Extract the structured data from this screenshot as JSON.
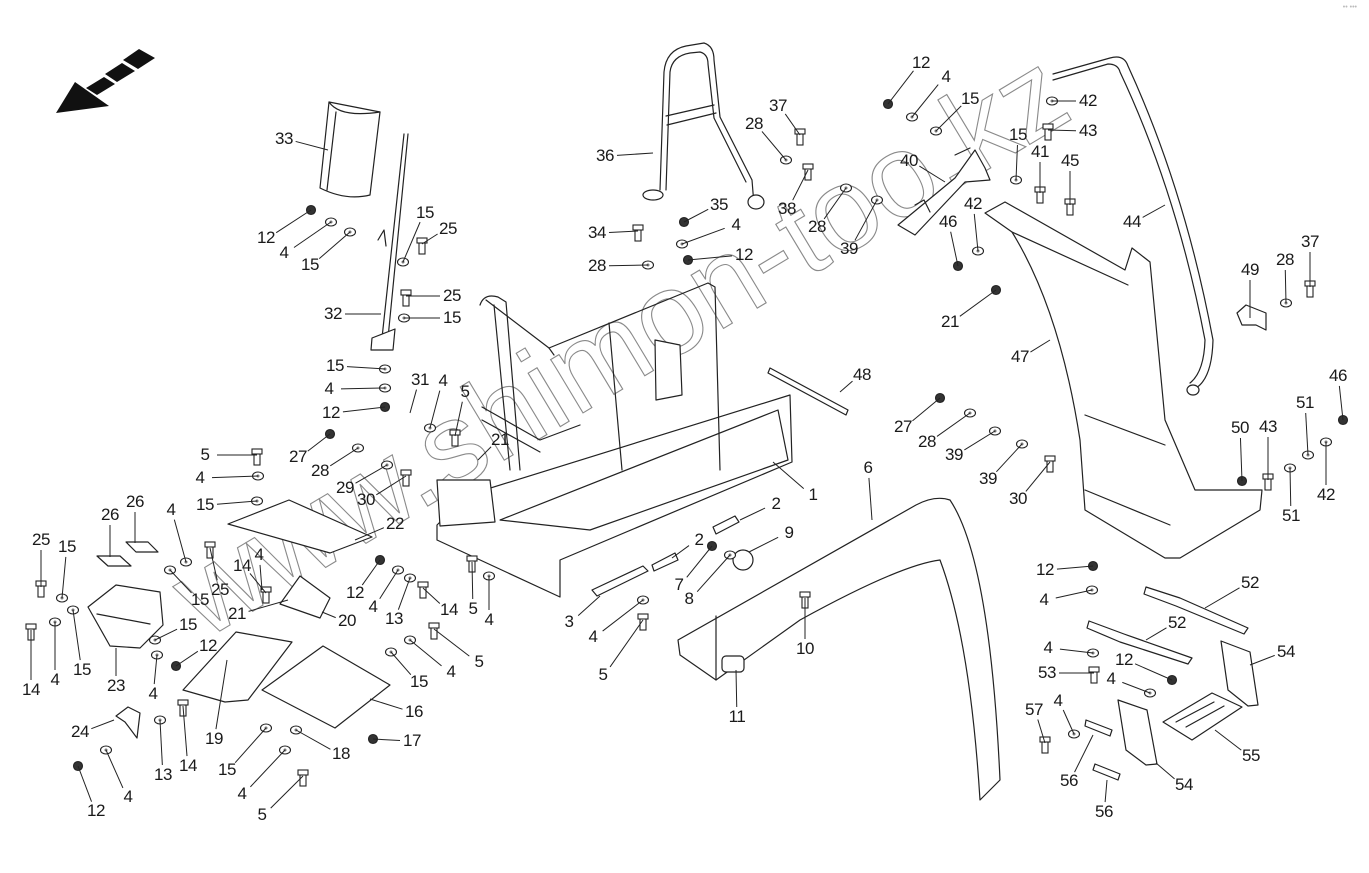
{
  "diagram": {
    "type": "exploded-parts-diagram",
    "subject": "tractor cab platform, steps, fenders and handrails",
    "direction_indicator": "arrow-left-down-icon",
    "watermark": "www.shimon-too.kz",
    "corner_mark": "•• •••",
    "callouts": [
      {
        "id": "c33",
        "text": "33"
      },
      {
        "id": "c12a",
        "text": "12"
      },
      {
        "id": "c4a",
        "text": "4"
      },
      {
        "id": "c15a",
        "text": "15"
      },
      {
        "id": "c15b",
        "text": "15"
      },
      {
        "id": "c25a",
        "text": "25"
      },
      {
        "id": "c25b",
        "text": "25"
      },
      {
        "id": "c32",
        "text": "32"
      },
      {
        "id": "c15c",
        "text": "15"
      },
      {
        "id": "c15d",
        "text": "15"
      },
      {
        "id": "c4b",
        "text": "4"
      },
      {
        "id": "c12b",
        "text": "12"
      },
      {
        "id": "c31",
        "text": "31"
      },
      {
        "id": "c4c",
        "text": "4"
      },
      {
        "id": "c5a",
        "text": "5"
      },
      {
        "id": "c27a",
        "text": "27"
      },
      {
        "id": "c28a",
        "text": "28"
      },
      {
        "id": "c29",
        "text": "29"
      },
      {
        "id": "c30a",
        "text": "30"
      },
      {
        "id": "c21a",
        "text": "21"
      },
      {
        "id": "c22",
        "text": "22"
      },
      {
        "id": "c5b",
        "text": "5"
      },
      {
        "id": "c4d",
        "text": "4"
      },
      {
        "id": "c15e",
        "text": "15"
      },
      {
        "id": "c26a",
        "text": "26"
      },
      {
        "id": "c26b",
        "text": "26"
      },
      {
        "id": "c25c",
        "text": "25"
      },
      {
        "id": "c15f",
        "text": "15"
      },
      {
        "id": "c4e",
        "text": "4"
      },
      {
        "id": "c14a",
        "text": "14"
      },
      {
        "id": "c4f",
        "text": "4"
      },
      {
        "id": "c25d",
        "text": "25"
      },
      {
        "id": "c15g",
        "text": "15"
      },
      {
        "id": "c21b",
        "text": "21"
      },
      {
        "id": "c15h",
        "text": "15"
      },
      {
        "id": "c14b",
        "text": "14"
      },
      {
        "id": "c4g",
        "text": "4"
      },
      {
        "id": "c15i",
        "text": "15"
      },
      {
        "id": "c23",
        "text": "23"
      },
      {
        "id": "c12c",
        "text": "12"
      },
      {
        "id": "c4h",
        "text": "4"
      },
      {
        "id": "c12d",
        "text": "12"
      },
      {
        "id": "c20",
        "text": "20"
      },
      {
        "id": "c4i",
        "text": "4"
      },
      {
        "id": "c13a",
        "text": "13"
      },
      {
        "id": "c14c",
        "text": "14"
      },
      {
        "id": "c5c",
        "text": "5"
      },
      {
        "id": "c4j",
        "text": "4"
      },
      {
        "id": "c24",
        "text": "24"
      },
      {
        "id": "c13b",
        "text": "13"
      },
      {
        "id": "c14d",
        "text": "14"
      },
      {
        "id": "c19",
        "text": "19"
      },
      {
        "id": "c12e",
        "text": "12"
      },
      {
        "id": "c4k",
        "text": "4"
      },
      {
        "id": "c15j",
        "text": "15"
      },
      {
        "id": "c4l",
        "text": "4"
      },
      {
        "id": "c5d",
        "text": "5"
      },
      {
        "id": "c18",
        "text": "18"
      },
      {
        "id": "c17",
        "text": "17"
      },
      {
        "id": "c16",
        "text": "16"
      },
      {
        "id": "c15k",
        "text": "15"
      },
      {
        "id": "c4m",
        "text": "4"
      },
      {
        "id": "c5e",
        "text": "5"
      },
      {
        "id": "c36",
        "text": "36"
      },
      {
        "id": "c34",
        "text": "34"
      },
      {
        "id": "c35",
        "text": "35"
      },
      {
        "id": "c4n",
        "text": "4"
      },
      {
        "id": "c12f",
        "text": "12"
      },
      {
        "id": "c28b",
        "text": "28"
      },
      {
        "id": "c37a",
        "text": "37"
      },
      {
        "id": "c28c",
        "text": "28"
      },
      {
        "id": "c38",
        "text": "38"
      },
      {
        "id": "c28d",
        "text": "28"
      },
      {
        "id": "c39a",
        "text": "39"
      },
      {
        "id": "c12g",
        "text": "12"
      },
      {
        "id": "c4o",
        "text": "4"
      },
      {
        "id": "c15l",
        "text": "15"
      },
      {
        "id": "c40",
        "text": "40"
      },
      {
        "id": "c46a",
        "text": "46"
      },
      {
        "id": "c42a",
        "text": "42"
      },
      {
        "id": "c15m",
        "text": "15"
      },
      {
        "id": "c41",
        "text": "41"
      },
      {
        "id": "c45",
        "text": "45"
      },
      {
        "id": "c42b",
        "text": "42"
      },
      {
        "id": "c43a",
        "text": "43"
      },
      {
        "id": "c44",
        "text": "44"
      },
      {
        "id": "c49",
        "text": "49"
      },
      {
        "id": "c28e",
        "text": "28"
      },
      {
        "id": "c37b",
        "text": "37"
      },
      {
        "id": "c21c",
        "text": "21"
      },
      {
        "id": "c47",
        "text": "47"
      },
      {
        "id": "c48",
        "text": "48"
      },
      {
        "id": "c27b",
        "text": "27"
      },
      {
        "id": "c28f",
        "text": "28"
      },
      {
        "id": "c39b",
        "text": "39"
      },
      {
        "id": "c39c",
        "text": "39"
      },
      {
        "id": "c30b",
        "text": "30"
      },
      {
        "id": "c46b",
        "text": "46"
      },
      {
        "id": "c51a",
        "text": "51"
      },
      {
        "id": "c50",
        "text": "50"
      },
      {
        "id": "c43b",
        "text": "43"
      },
      {
        "id": "c51b",
        "text": "51"
      },
      {
        "id": "c42c",
        "text": "42"
      },
      {
        "id": "c1",
        "text": "1"
      },
      {
        "id": "c2a",
        "text": "2"
      },
      {
        "id": "c2b",
        "text": "2"
      },
      {
        "id": "c9",
        "text": "9"
      },
      {
        "id": "c7",
        "text": "7"
      },
      {
        "id": "c8",
        "text": "8"
      },
      {
        "id": "c3",
        "text": "3"
      },
      {
        "id": "c4p",
        "text": "4"
      },
      {
        "id": "c5f",
        "text": "5"
      },
      {
        "id": "c6",
        "text": "6"
      },
      {
        "id": "c10",
        "text": "10"
      },
      {
        "id": "c11",
        "text": "11"
      },
      {
        "id": "c12h",
        "text": "12"
      },
      {
        "id": "c4q",
        "text": "4"
      },
      {
        "id": "c52a",
        "text": "52"
      },
      {
        "id": "c52b",
        "text": "52"
      },
      {
        "id": "c4r",
        "text": "4"
      },
      {
        "id": "c53",
        "text": "53"
      },
      {
        "id": "c12i",
        "text": "12"
      },
      {
        "id": "c4s",
        "text": "4"
      },
      {
        "id": "c54a",
        "text": "54"
      },
      {
        "id": "c57",
        "text": "57"
      },
      {
        "id": "c4t",
        "text": "4"
      },
      {
        "id": "c55",
        "text": "55"
      },
      {
        "id": "c56a",
        "text": "56"
      },
      {
        "id": "c54b",
        "text": "54"
      },
      {
        "id": "c56b",
        "text": "56"
      }
    ]
  }
}
